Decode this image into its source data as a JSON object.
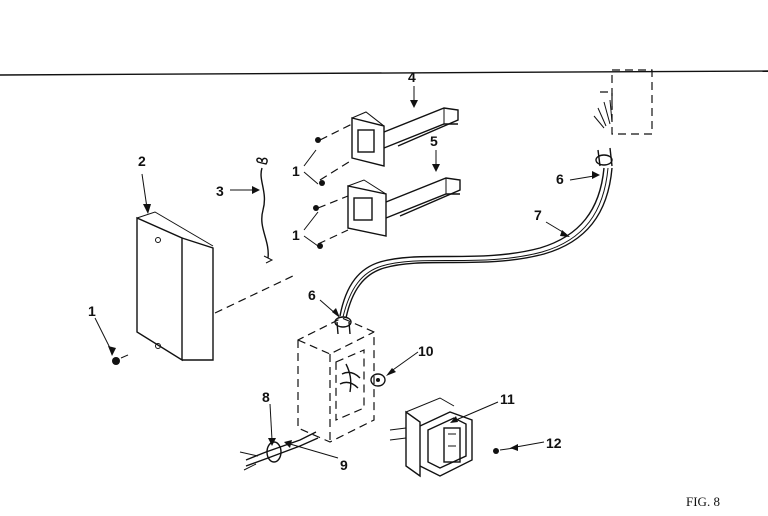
{
  "figure_label": "FIG. 8",
  "callouts": [
    {
      "id": "c1a",
      "text": "1"
    },
    {
      "id": "c1b",
      "text": "1"
    },
    {
      "id": "c1c",
      "text": "1"
    },
    {
      "id": "c2",
      "text": "2"
    },
    {
      "id": "c3",
      "text": "3"
    },
    {
      "id": "c4",
      "text": "4"
    },
    {
      "id": "c5",
      "text": "5"
    },
    {
      "id": "c6a",
      "text": "6"
    },
    {
      "id": "c6b",
      "text": "6"
    },
    {
      "id": "c7",
      "text": "7"
    },
    {
      "id": "c8",
      "text": "8"
    },
    {
      "id": "c9",
      "text": "9"
    },
    {
      "id": "c10",
      "text": "10"
    },
    {
      "id": "c11",
      "text": "11"
    },
    {
      "id": "c12",
      "text": "12"
    }
  ]
}
